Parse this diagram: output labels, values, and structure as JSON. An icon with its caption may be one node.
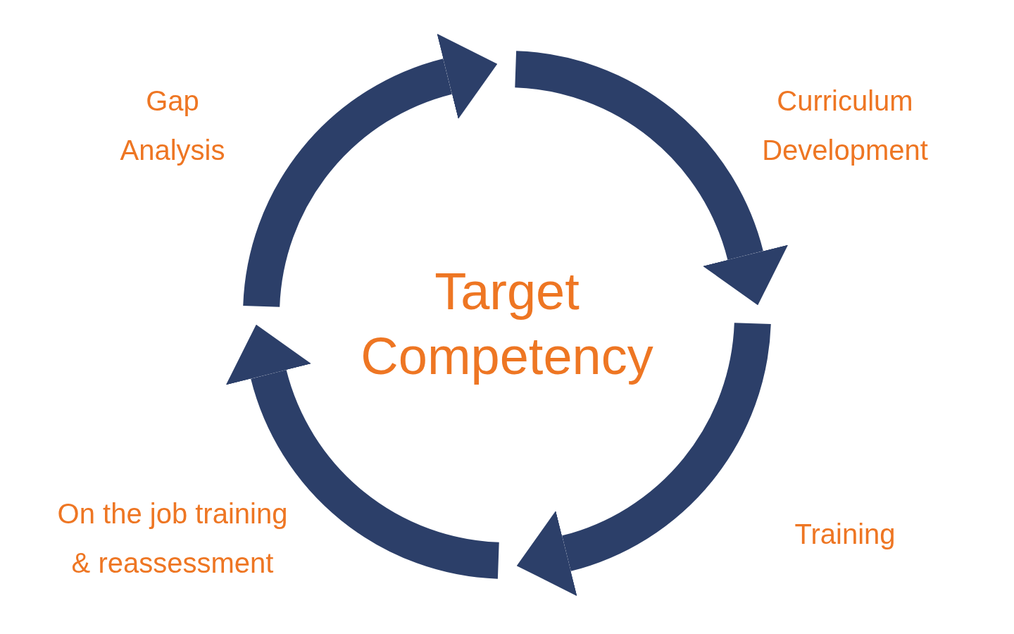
{
  "diagram": {
    "nodes": [
      {
        "text": [
          "Target Competency"
        ]
      }
    ],
    "labels": [
      "Gap Analysis",
      "Curriculum Development",
      "On the job training & reassessment",
      "Training"
    ]
  }
}
